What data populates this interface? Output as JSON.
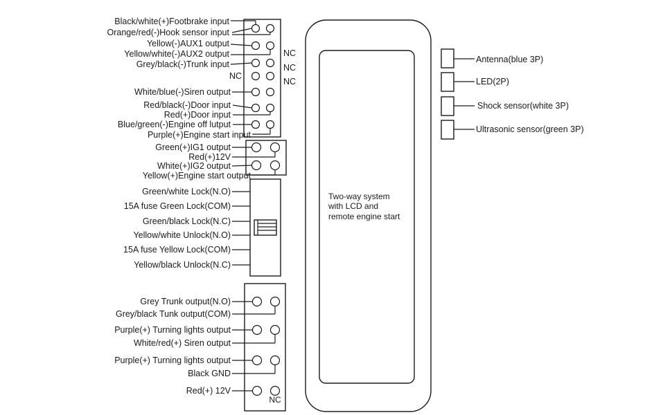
{
  "connector_a": {
    "pins": [
      {
        "label": "Black/white(+)Footbrake input"
      },
      {
        "label": "Orange/red(-)Hook sensor input"
      },
      {
        "label": "Yellow(-)AUX1 output"
      },
      {
        "label": "Yellow/white(-)AUX2 output"
      },
      {
        "label": "Grey/black(-)Trunk input"
      },
      {
        "label": "NC"
      },
      {
        "label": "White/blue(-)Siren output"
      },
      {
        "label": "Red/black(-)Door input"
      },
      {
        "label": "Red(+)Door input"
      },
      {
        "label": "Blue/green(-)Engine off lutput"
      },
      {
        "label": "Purple(+)Engine start input"
      }
    ],
    "nc_labels": [
      "NC",
      "NC",
      "NC"
    ]
  },
  "connector_b": {
    "pins": [
      {
        "label": "Green(+)IG1 output"
      },
      {
        "label": "Red(+)12V"
      },
      {
        "label": "White(+)IG2 output"
      },
      {
        "label": "Yellow(+)Engine start output"
      }
    ]
  },
  "connector_c": {
    "pins": [
      {
        "label": "Green/white Lock(N.O)"
      },
      {
        "label": "15A fuse Green Lock(COM)"
      },
      {
        "label": "Green/black Lock(N.C)"
      },
      {
        "label": "Yellow/white Unlock(N.O)"
      },
      {
        "label": "15A fuse Yellow Lock(COM)"
      },
      {
        "label": "Yellow/black Unlock(N.C)"
      }
    ]
  },
  "connector_d": {
    "pins": [
      {
        "label": "Grey Trunk output(N.O)"
      },
      {
        "label": "Grey/black Tunk output(COM)"
      },
      {
        "label": "Purple(+) Turning lights output"
      },
      {
        "label": "White/red(+) Siren output"
      },
      {
        "label": "Purple(+) Turning lights output"
      },
      {
        "label": "Black GND"
      },
      {
        "label": "Red(+) 12V"
      }
    ],
    "nc_label": "NC"
  },
  "unit": {
    "lines": [
      "Two-way system",
      "with LCD and",
      "remote engine start"
    ]
  },
  "ports": [
    {
      "label": "Antenna(blue 3P)"
    },
    {
      "label": "LED(2P)"
    },
    {
      "label": "Shock sensor(white 3P)"
    },
    {
      "label": "Ultrasonic sensor(green 3P)"
    }
  ]
}
